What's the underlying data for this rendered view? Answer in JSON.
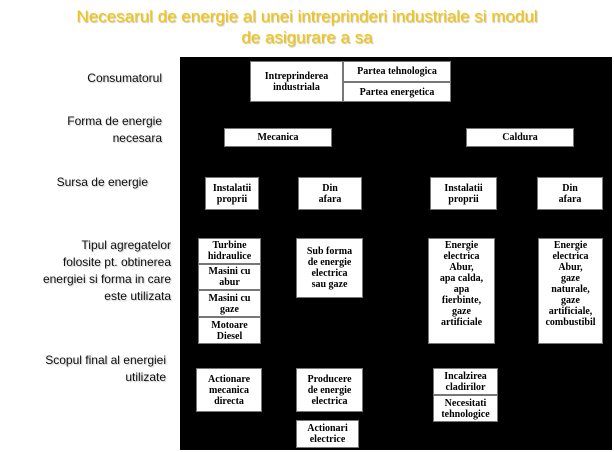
{
  "title": {
    "line1": "Necesarul de energie al unei intreprinderi industriale si modul",
    "line2": "de asigurare a sa"
  },
  "row_labels": {
    "consumer": [
      "Consumatorul"
    ],
    "energy_form": [
      "Forma de energie",
      "necesara"
    ],
    "energy_source": [
      "Sursa  de energie"
    ],
    "aggregates": [
      "Tipul agregatelor",
      "folosite pt. obtinerea",
      "energiei si forma in care",
      "este utilizata"
    ],
    "final_purpose": [
      "Scopul final al energiei",
      "utilizate"
    ]
  },
  "boxes": {
    "enterprise": [
      "Intreprinderea",
      "industriala"
    ],
    "tech_part": [
      "Partea tehnologica"
    ],
    "energy_part": [
      "Partea energetica"
    ],
    "mechanical": [
      "Mecanica"
    ],
    "heat": [
      "Caldura"
    ],
    "own_installations_mech": [
      "Instalatii",
      "proprii"
    ],
    "outside_mech": [
      "Din",
      "afara"
    ],
    "own_installations_heat": [
      "Instalatii",
      "proprii"
    ],
    "outside_heat": [
      "Din",
      "afara"
    ],
    "mech_aggregates": [
      [
        "Turbine",
        "hidraulice"
      ],
      [
        "Masini cu",
        "abur"
      ],
      [
        "Masini cu",
        "gaze"
      ],
      [
        "Motoare",
        "Diesel"
      ]
    ],
    "outside_mech_forms": [
      "Sub forma",
      "de energie",
      "electrica",
      "sau gaze"
    ],
    "heat_own_forms": [
      "Energie",
      "electrica",
      "Abur,",
      "apa calda,",
      "apa",
      "fierbinte,",
      "gaze",
      "artificiale"
    ],
    "heat_outside_forms": [
      "Energie",
      "electrica",
      "Abur,",
      "gaze",
      "naturale,",
      "gaze",
      "artificiale,",
      "combustibil"
    ],
    "direct_drive": [
      "Actionare",
      "mecanica",
      "directa"
    ],
    "electricity_production": [
      "Producere",
      "de energie",
      "electrica"
    ],
    "electric_drives": [
      "Actionari",
      "electrice"
    ],
    "building_heating": [
      "Incalzirea",
      "cladirilor"
    ],
    "tech_needs": [
      "Necesitati",
      "tehnologice"
    ]
  }
}
